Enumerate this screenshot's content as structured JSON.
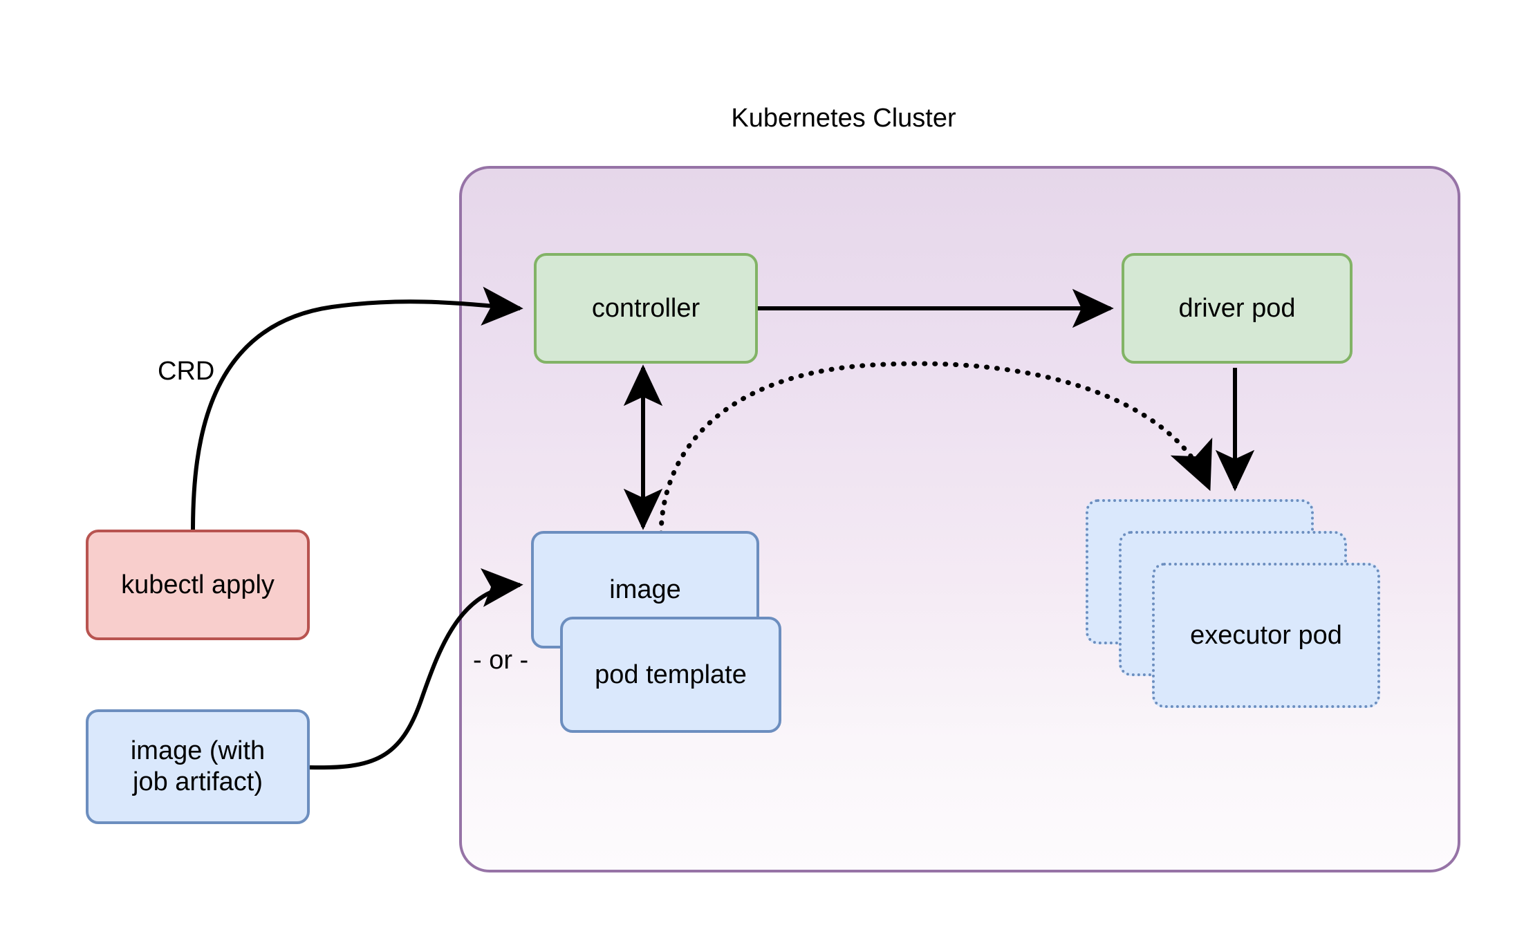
{
  "diagram": {
    "title": "Kubernetes Cluster",
    "cluster": {
      "label": "Kubernetes Cluster",
      "border_color": "#9673a6",
      "fill_top": "#e6d7ea",
      "fill_bottom": "#fdfbfd"
    },
    "nodes": [
      {
        "id": "controller",
        "label": "controller",
        "style": "green",
        "fill": "#d5e8d4",
        "stroke": "#82b366"
      },
      {
        "id": "driver-pod",
        "label": "driver pod",
        "style": "green",
        "fill": "#d5e8d4",
        "stroke": "#82b366"
      },
      {
        "id": "image",
        "label": "image",
        "style": "blue",
        "fill": "#dae8fc",
        "stroke": "#6c8ebf"
      },
      {
        "id": "pod-template",
        "label": "pod template",
        "style": "blue",
        "fill": "#dae8fc",
        "stroke": "#6c8ebf"
      },
      {
        "id": "kubectl-apply",
        "label": "kubectl apply",
        "style": "red",
        "fill": "#f8cecc",
        "stroke": "#b85450"
      },
      {
        "id": "image-with-job-artifact",
        "label": "image (with\njob artifact)",
        "style": "blue",
        "fill": "#dae8fc",
        "stroke": "#6c8ebf"
      },
      {
        "id": "executor-pod-back",
        "label": "executor pod",
        "style": "blue-dotted",
        "fill": "#dae8fc",
        "stroke": "#6c8ebf"
      },
      {
        "id": "executor-pod-middle",
        "label": "executor pod",
        "style": "blue-dotted",
        "fill": "#dae8fc",
        "stroke": "#6c8ebf"
      },
      {
        "id": "executor-pod-front",
        "label": "executor pod",
        "style": "blue-dotted",
        "fill": "#dae8fc",
        "stroke": "#6c8ebf"
      }
    ],
    "edge_labels": {
      "crd": "CRD",
      "or": "- or -"
    },
    "edges": [
      {
        "id": "kubectl-to-controller",
        "from": "kubectl apply",
        "to": "controller",
        "label": "CRD",
        "style": "solid-curved",
        "arrow": "end"
      },
      {
        "id": "controller-to-driver",
        "from": "controller",
        "to": "driver pod",
        "label": "",
        "style": "solid-straight",
        "arrow": "end"
      },
      {
        "id": "controller-image-bidirectional",
        "from": "controller",
        "to": "image",
        "label": "",
        "style": "solid-straight",
        "arrow": "both"
      },
      {
        "id": "image-to-executor",
        "from": "image",
        "to": "executor pod",
        "label": "",
        "style": "dotted-curved",
        "arrow": "end"
      },
      {
        "id": "driver-to-executor",
        "from": "driver pod",
        "to": "executor pod",
        "label": "",
        "style": "solid-straight",
        "arrow": "end"
      },
      {
        "id": "artifact-to-image",
        "from": "image (with job artifact)",
        "to": "image",
        "label": "",
        "style": "solid-curved",
        "arrow": "end"
      }
    ]
  }
}
